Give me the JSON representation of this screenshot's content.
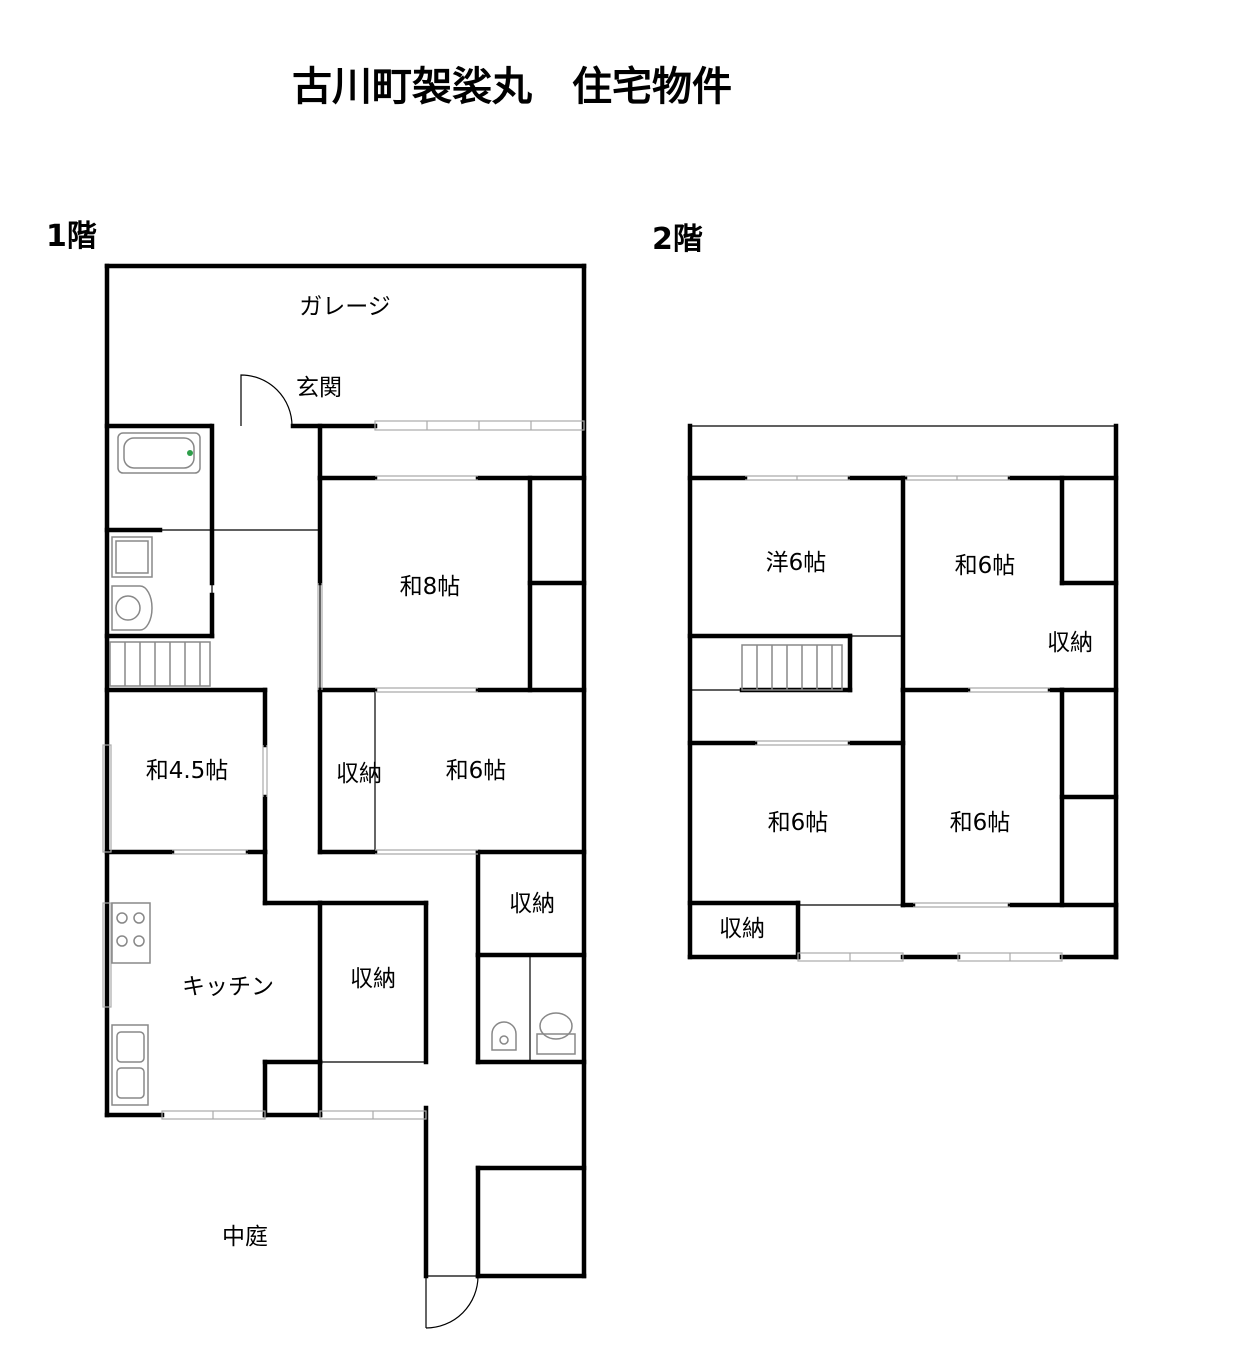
{
  "title": "古川町袈裟丸　住宅物件",
  "floor1": {
    "label": "1階",
    "rooms": {
      "garage": "ガレージ",
      "entrance": "玄関",
      "washitsu8": "和8帖",
      "washitsu45": "和4.5帖",
      "storage_a": "収納",
      "washitsu6": "和6帖",
      "storage_b": "収納",
      "kitchen": "キッチン",
      "storage_c": "収納",
      "courtyard": "中庭"
    }
  },
  "floor2": {
    "label": "2階",
    "rooms": {
      "western6": "洋6帖",
      "washitsu6_ne": "和6帖",
      "storage_e": "収納",
      "washitsu6_sw": "和6帖",
      "washitsu6_se": "和6帖",
      "storage_f": "収納"
    }
  },
  "colors": {
    "wall": "#000000",
    "window": "#aaaaaa",
    "fixture": "#888888",
    "faucet": "#2e9e4a"
  }
}
